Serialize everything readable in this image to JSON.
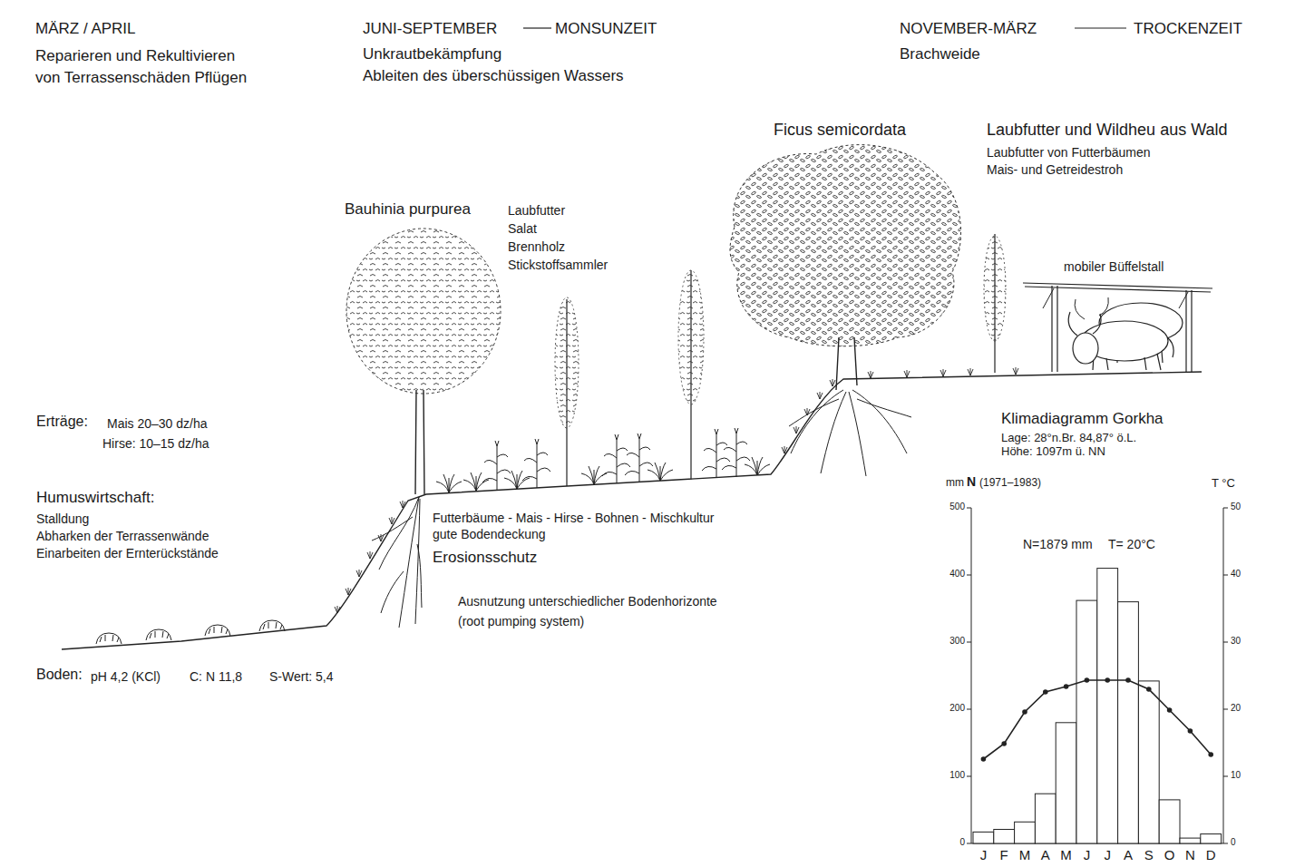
{
  "diagram": {
    "labels": [
      "MÄRZ / APRIL",
      "Reparieren und Rekultivieren von Terrassenschäden Pflügen",
      "JUNI-SEPTEMBER",
      "MONSUNZEIT",
      "Unkrautbekämpfung",
      "Ableiten des überschüssigen Wassers",
      "NOVEMBER-MÄRZ",
      "TROCKENZEIT",
      "Brachweide",
      "Ficus semicordata",
      "Laubfutter und Wildheu aus Wald",
      "Laubfutter von Futterbäumen",
      "Mais- und Getreidestroh",
      "Bauhinia purpurea",
      "Laubfutter",
      "Salat",
      "Brennholz",
      "Stickstoffsammler",
      "mobiler Büffelstall",
      "Erträge:",
      "Mais 20–30 dz/ha",
      "Hirse: 10–15 dz/ha",
      "Humuswirtschaft:",
      "Stalldung",
      "Abharken der Terrassenwände",
      "Einarbeiten der Ernterückstände",
      "Futterbäume - Mais - Hirse - Bohnen - Mischkultur",
      "gute Bodendeckung",
      "Erosionsschutz",
      "Ausnutzung unterschiedlicher Bodenhorizonte",
      "(root pumping system)",
      "Boden:",
      "pH 4,2 (KCl)",
      "C: N 11,8",
      "S-Wert: 5,4",
      "Klimadiagramm Gorkha",
      "Lage: 28°n.Br. 84,87° ö.L.",
      "Höhe: 1097m ü. NN",
      "mm",
      "N",
      "(1971–1983)",
      "T °C",
      "N=1879 mm",
      "T= 20°C",
      "500",
      "400",
      "300",
      "200",
      "100",
      "0",
      "50",
      "40",
      "30",
      "20",
      "10",
      "0",
      "J",
      "F",
      "M",
      "A",
      "M",
      "J",
      "J",
      "A",
      "S",
      "O",
      "N",
      "D"
    ]
  }
}
